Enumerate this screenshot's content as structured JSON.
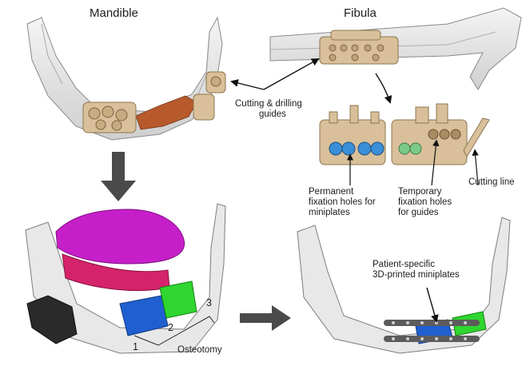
{
  "titles": {
    "mandible": "Mandible",
    "fibula": "Fibula"
  },
  "labels": {
    "cutting_drilling_line1": "Cutting & drilling",
    "cutting_drilling_line2": "guides",
    "permanent_line1": "Permanent",
    "permanent_line2": "fixation holes for",
    "permanent_line3": "miniplates",
    "temporary_line1": "Temporary",
    "temporary_line2": "fixation holes",
    "temporary_line3": "for guides",
    "cutting_line": "Cutting line",
    "patient_line1": "Patient-specific",
    "patient_line2": "3D-printed miniplates",
    "osteotomy": "Osteotomy"
  },
  "segments": [
    "1",
    "2",
    "3"
  ],
  "colors": {
    "bone": "#e6e6e6",
    "guide": "#d9c09a",
    "resection": "#b65a2c",
    "teeth_upper": "#c61fc9",
    "gums": "#d4236b",
    "segment_blue": "#1f5fd0",
    "segment_green": "#2fd62f",
    "hole_blue": "#3b8fd8",
    "hole_green": "#7cc98a",
    "arrow_dark": "#4a4a4a",
    "plate": "#5c5c5c"
  }
}
